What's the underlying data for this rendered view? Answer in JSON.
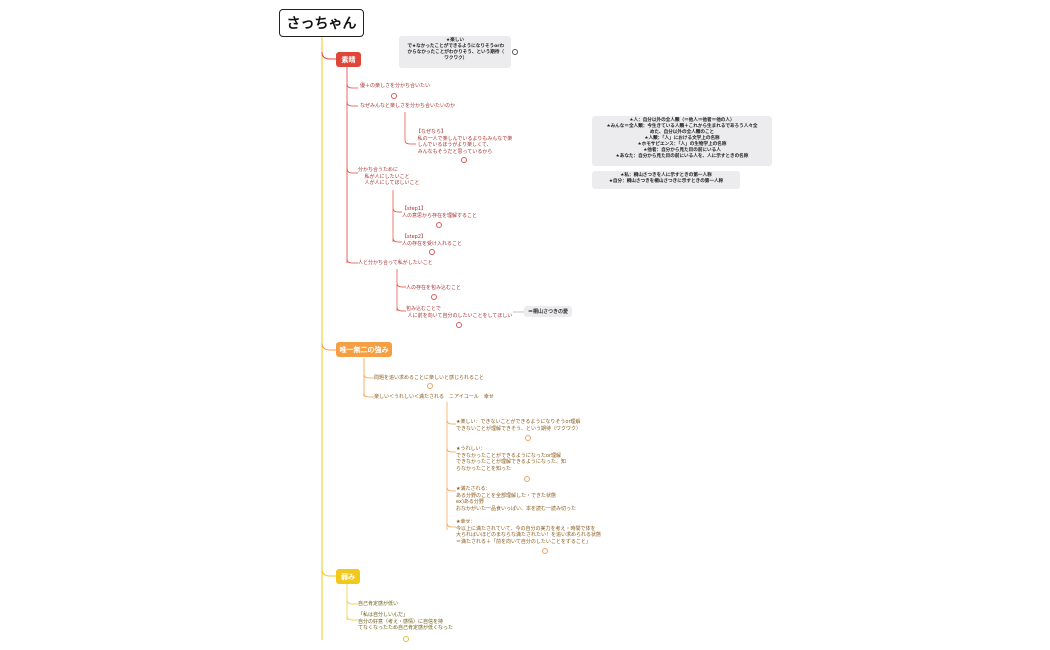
{
  "root": {
    "title": "さっちゃん"
  },
  "branches": {
    "red": {
      "label": "素晴",
      "color": "#e0453a"
    },
    "orange": {
      "label": "唯一無二の強み",
      "color": "#f59f45"
    },
    "yellow": {
      "label": "弱み",
      "color": "#f2c81a"
    }
  },
  "notes": {
    "top": "★楽しい\n で★なかったことができるようになりそうorわ\n からなかったことがわかりそう、という期待（\n ワクワク）",
    "definitions": "★人：自分以外の全人類（＝他人＝他者＝他の人）\n★みんな＝全人類：今生きている人類＋これから生まれるであろう人々全\nめた、自分以外の全人類のこと\n★人類：「人」における文学上の名称\n★ホモサピエンス：「人」の生物学上の名称\n★他者：自分から見た目の前にいる人\n★あなた：自分から見た目の前にいる人を、人に示すときの名称",
    "self": "★私：桐山さつきを人に示すときの第一人称\n★自分：桐山さつきを桐山さつきに示すときの第一人称",
    "tag": "＝桐山さつきの愛"
  },
  "red_nodes": [
    "優＋の楽しさを分かち合いたい",
    "なぜみんなと楽しさを分かち合いたいのか",
    "【なぜなら】\n 私の一人で楽しんでいるよりもみんなで楽\n しんでいるほうがより楽しくて、\n みんなもそうだと思っているから",
    "分かち合うために\n 　私が人にしたいこと\n 　人が人にしてほしいこと",
    "【step1】\n人の意思から存在を理解すること",
    "【step2】\n人の存在を受け入れること",
    "人と分かち合って私がしたいこと",
    "人の存在を包み込むこと",
    "包み込むことで\n 人に前を向いて自分のしたいことをしてほしい"
  ],
  "orange_nodes": [
    "問題を追い求めることに楽しいと感じられること",
    "楽しい＜うれしい＜満たされる　ニアイコール　幸せ",
    "★楽しい：できないことができるようになりそうor理解\nできないことが理解できそう、という期待（ワクワク）",
    "★うれしい：\nできなかったことができるようになったor理解\nできなかったことが理解できるようになった、知\nらなかったことを知った",
    "★満たされる：\nある分野のことを全部理解した・できた状態\nex)ある分野\nおなかがいた一品食いっぱい、本を読む一読み切った",
    "★幸せ：\n今以上に満たされていて、今の自分の実力を考え・時間で体を\n大らればいほどのまならな満たされたい！を追い求められる状態\n＝満たされる＋「前を向いて自分のしたいことをすること」"
  ],
  "yellow_nodes": [
    "自己肯定感が低い",
    "「私は自分しいんだ」\n自分の好意（考え・感情）に自信を持\nてなくなったため自己肯定感が低くなった"
  ]
}
